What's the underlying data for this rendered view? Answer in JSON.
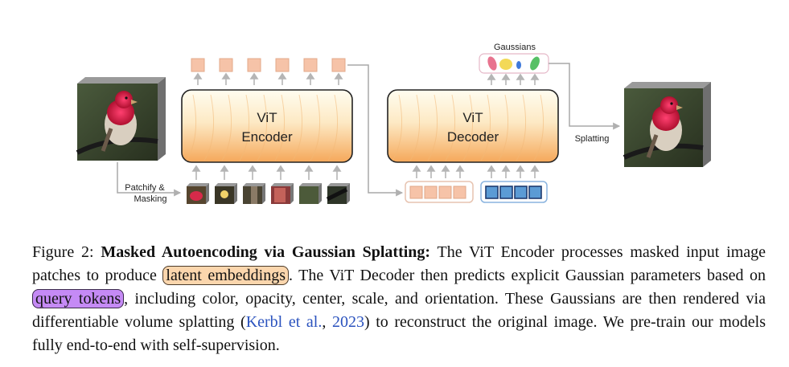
{
  "diagram": {
    "encoder_title": "ViT",
    "encoder_subtitle": "Encoder",
    "decoder_title": "ViT",
    "decoder_subtitle": "Decoder",
    "patchify_line1": "Patchify &",
    "patchify_line2": "Masking",
    "gaussians_label": "Gaussians",
    "splatting_label": "Splatting",
    "colors": {
      "latent_token": "#f6c3a8",
      "query_token": "#5b9bd5",
      "encoder_fill_top": "#fffbe6",
      "encoder_fill_bottom": "#f6a85a"
    }
  },
  "caption": {
    "figure_label": "Figure 2:",
    "bold_title": "Masked Autoencoding via Gaussian Splatting:",
    "part1": " The ViT Encoder processes masked input image patches to produce ",
    "latent": "latent embeddings",
    "part2": ". The ViT Decoder then predicts explicit Gaussian parameters based on ",
    "query": "query tokens",
    "part3": ", including color, opacity, center, scale, and orientation. These Gaussians are then rendered via differentiable volume splatting (",
    "cite_authors": "Kerbl et al.",
    "cite_sep": ", ",
    "cite_year": "2023",
    "part4": ") to reconstruct the original image. We pre-train our models fully end-to-end with self-supervision."
  }
}
